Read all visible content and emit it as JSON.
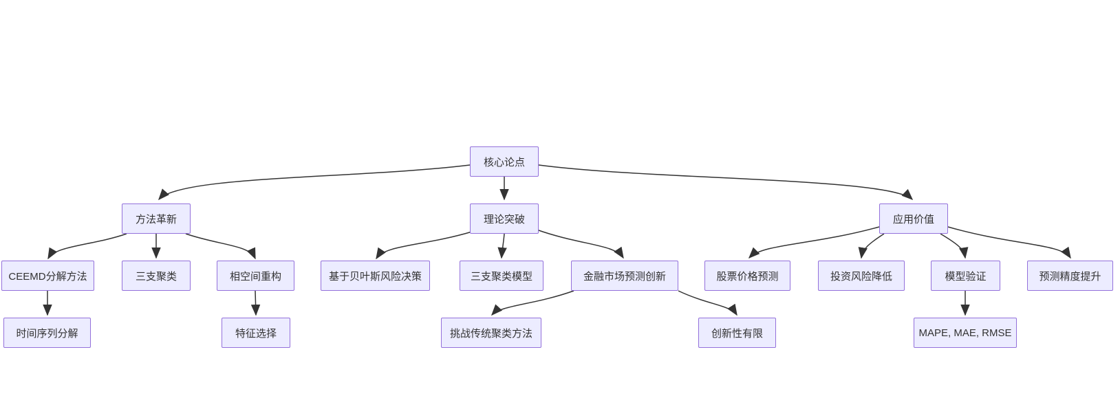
{
  "diagram": {
    "type": "flowchart",
    "background_color": "#ffffff",
    "node_fill_color": "#ECECFF",
    "node_border_color": "#9370DB",
    "edge_color": "#333333",
    "text_color": "#333333",
    "nodes": [
      {
        "id": "core",
        "label": "核心论点"
      },
      {
        "id": "method",
        "label": "方法革新"
      },
      {
        "id": "theory",
        "label": "理论突破"
      },
      {
        "id": "application",
        "label": "应用价值"
      },
      {
        "id": "ceemd",
        "label": "CEEMD分解方法"
      },
      {
        "id": "threeway",
        "label": "三支聚类"
      },
      {
        "id": "phase",
        "label": "相空间重构"
      },
      {
        "id": "bayes",
        "label": "基于贝叶斯风险决策"
      },
      {
        "id": "threemodel",
        "label": "三支聚类模型"
      },
      {
        "id": "finance",
        "label": "金融市场预测创新"
      },
      {
        "id": "stock",
        "label": "股票价格预测"
      },
      {
        "id": "risk",
        "label": "投资风险降低"
      },
      {
        "id": "validation",
        "label": "模型验证"
      },
      {
        "id": "accuracy",
        "label": "预测精度提升"
      },
      {
        "id": "tsdecomp",
        "label": "时间序列分解"
      },
      {
        "id": "feature",
        "label": "特征选择"
      },
      {
        "id": "challenge",
        "label": "挑战传统聚类方法"
      },
      {
        "id": "novelty",
        "label": "创新性有限"
      },
      {
        "id": "metrics",
        "label": "MAPE, MAE, RMSE"
      }
    ],
    "edges": [
      {
        "from": "core",
        "to": "method"
      },
      {
        "from": "core",
        "to": "theory"
      },
      {
        "from": "core",
        "to": "application"
      },
      {
        "from": "method",
        "to": "ceemd"
      },
      {
        "from": "method",
        "to": "threeway"
      },
      {
        "from": "method",
        "to": "phase"
      },
      {
        "from": "theory",
        "to": "bayes"
      },
      {
        "from": "theory",
        "to": "threemodel"
      },
      {
        "from": "theory",
        "to": "finance"
      },
      {
        "from": "application",
        "to": "stock"
      },
      {
        "from": "application",
        "to": "risk"
      },
      {
        "from": "application",
        "to": "validation"
      },
      {
        "from": "application",
        "to": "accuracy"
      },
      {
        "from": "ceemd",
        "to": "tsdecomp"
      },
      {
        "from": "phase",
        "to": "feature"
      },
      {
        "from": "finance",
        "to": "challenge"
      },
      {
        "from": "finance",
        "to": "novelty"
      },
      {
        "from": "validation",
        "to": "metrics"
      }
    ]
  }
}
